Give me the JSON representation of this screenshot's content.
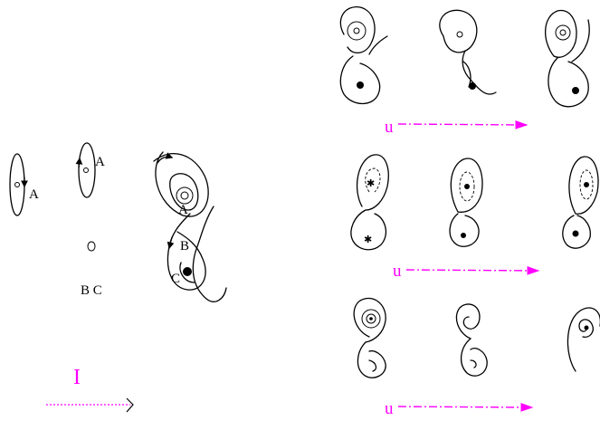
{
  "labels": {
    "a1": "A",
    "a2": "A",
    "bc": "B C",
    "a3": "A",
    "b3": "B",
    "c3": "C"
  },
  "arrows": {
    "main": "I",
    "row1": "u",
    "row2": "u",
    "row3": "u"
  },
  "colors": {
    "accent": "#ff00ff",
    "ink": "#000000"
  }
}
